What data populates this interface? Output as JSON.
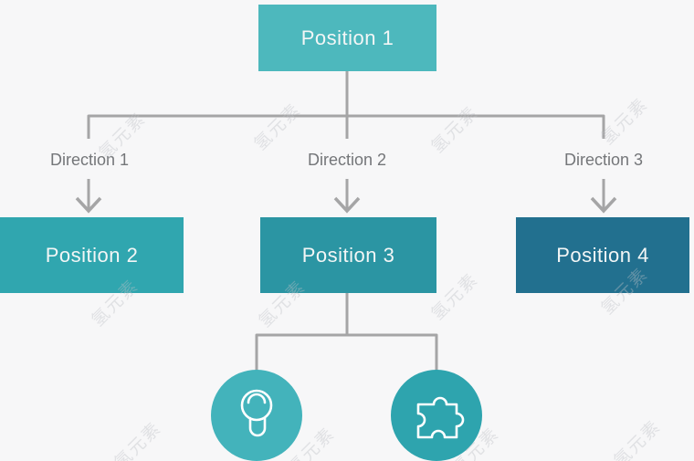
{
  "background": "#f7f7f8",
  "watermark": {
    "text": "氢元素"
  },
  "flowchart": {
    "root": {
      "label": "Position 1",
      "color": "#4db8bd"
    },
    "branches": [
      {
        "direction": "Direction 1",
        "position": "Position 2",
        "color": "#30a6af"
      },
      {
        "direction": "Direction 2",
        "position": "Position 3",
        "color": "#2b95a3"
      },
      {
        "direction": "Direction 3",
        "position": "Position 4",
        "color": "#22708f"
      }
    ],
    "leaf_nodes": [
      {
        "icon": "lightbulb-icon",
        "color": "#43b3bb"
      },
      {
        "icon": "puzzle-icon",
        "color": "#2ea4ae"
      }
    ],
    "connector_color": "#a5a5a6",
    "direction_text_color": "#747679",
    "box_text_color": "#f3f6f6"
  }
}
